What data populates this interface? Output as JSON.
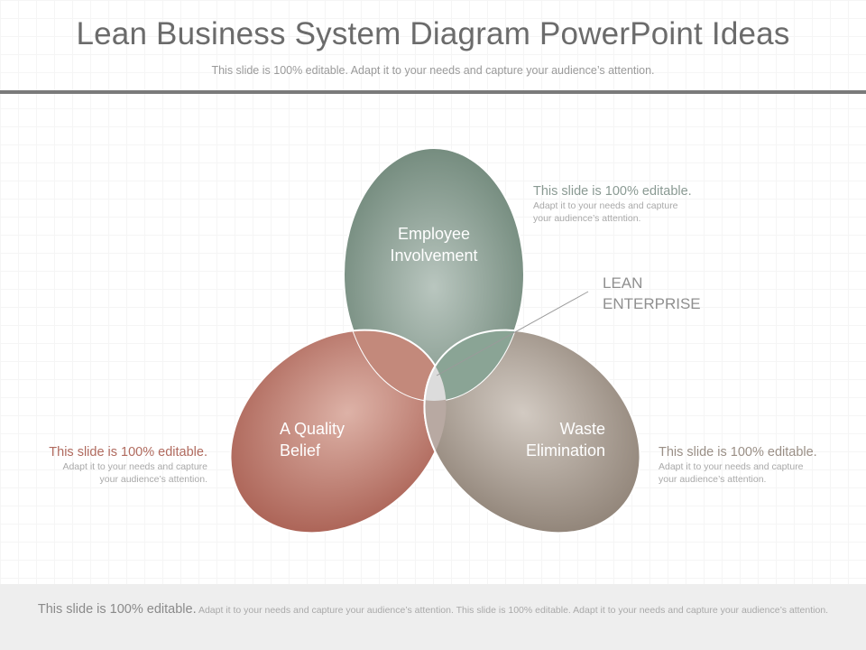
{
  "header": {
    "title": "Lean Business System Diagram PowerPoint Ideas",
    "subtitle": "This slide is 100% editable. Adapt it to your needs and capture your audience’s attention."
  },
  "diagram": {
    "petals": [
      {
        "label_line1": "Employee",
        "label_line2": "Involvement",
        "color": "#7d9588"
      },
      {
        "label_line1": "A Quality",
        "label_line2": "Belief",
        "color": "#b56f63"
      },
      {
        "label_line1": "Waste",
        "label_line2": "Elimination",
        "color": "#9c9085"
      }
    ],
    "center": {
      "label_line1": "LEAN",
      "label_line2": "ENTERPRISE",
      "color": "#d9d9d9"
    }
  },
  "notes": {
    "top_right": {
      "head": "This slide is 100% editable.",
      "body_line1": "Adapt it to your needs and capture",
      "body_line2": "your audience’s attention.",
      "head_color": "#8a9a93"
    },
    "left": {
      "head": "This slide is 100% editable.",
      "body_line1": "Adapt it to your needs and capture",
      "body_line2": "your audience’s attention.",
      "head_color": "#b06a5e"
    },
    "right": {
      "head": "This slide is 100% editable.",
      "body_line1": "Adapt it to your needs and capture",
      "body_line2": "your audience’s attention.",
      "head_color": "#9a8f86"
    }
  },
  "footer": {
    "head": "This slide is 100% editable.",
    "body": "Adapt it to your needs and capture your audience’s attention. This slide is 100% editable. Adapt it to your needs and capture your audience’s attention."
  }
}
